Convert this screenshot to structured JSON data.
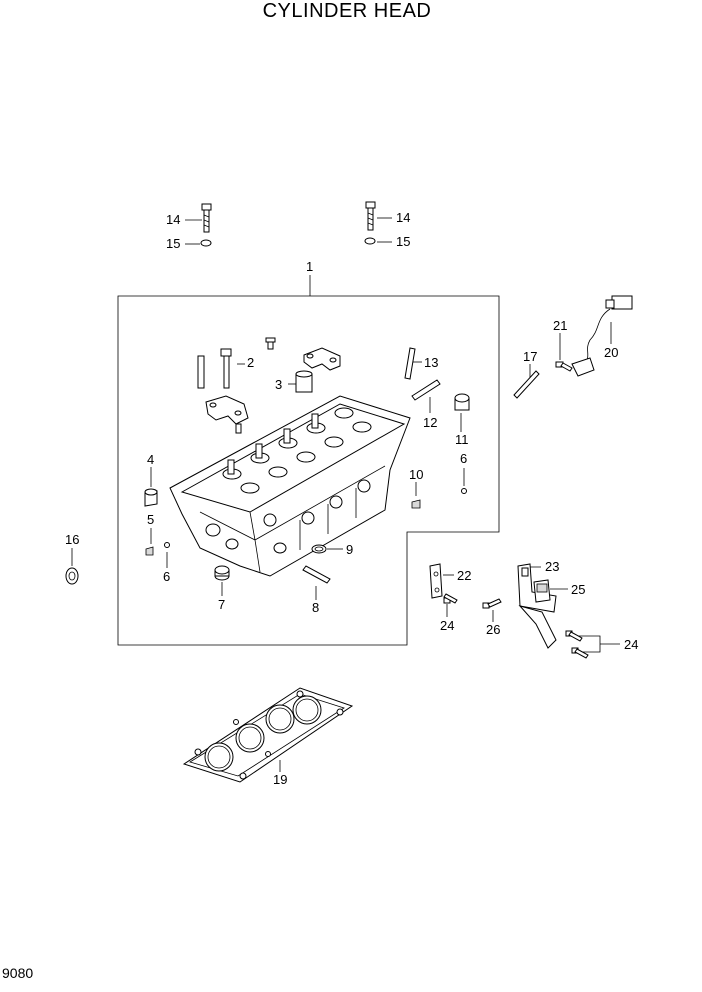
{
  "title": "CYLINDER HEAD",
  "page_number": "9080",
  "callouts": {
    "c1": "1",
    "c2": "2",
    "c3": "3",
    "c4": "4",
    "c5": "5",
    "c6a": "6",
    "c6b": "6",
    "c7": "7",
    "c8": "8",
    "c9": "9",
    "c10": "10",
    "c11": "11",
    "c12": "12",
    "c13": "13",
    "c14a": "14",
    "c14b": "14",
    "c15a": "15",
    "c15b": "15",
    "c16": "16",
    "c17": "17",
    "c19": "19",
    "c20": "20",
    "c21": "21",
    "c22": "22",
    "c23": "23",
    "c24a": "24",
    "c24b": "24",
    "c25": "25",
    "c26": "26"
  }
}
